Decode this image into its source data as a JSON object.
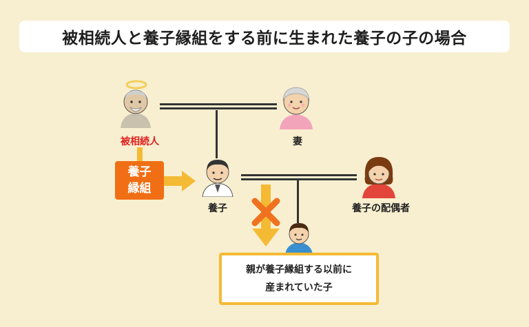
{
  "title": "被相続人と養子縁組をする前に生まれた養子の子の場合",
  "persons": {
    "decedent": "被相続人",
    "spouse": "妻",
    "adopted_child": "養子",
    "adopted_spouse": "養子の配偶者"
  },
  "adoption_box": {
    "line1": "養子",
    "line2": "縁組"
  },
  "note": {
    "line1": "親が養子縁組する以前に",
    "line2": "産まれていた子"
  },
  "colors": {
    "background": "#f8efd0",
    "arrow_yellow": "#f5ba33",
    "box_orange": "#f06e14",
    "cross_orange": "#f0721e",
    "label_red": "#e02020"
  }
}
